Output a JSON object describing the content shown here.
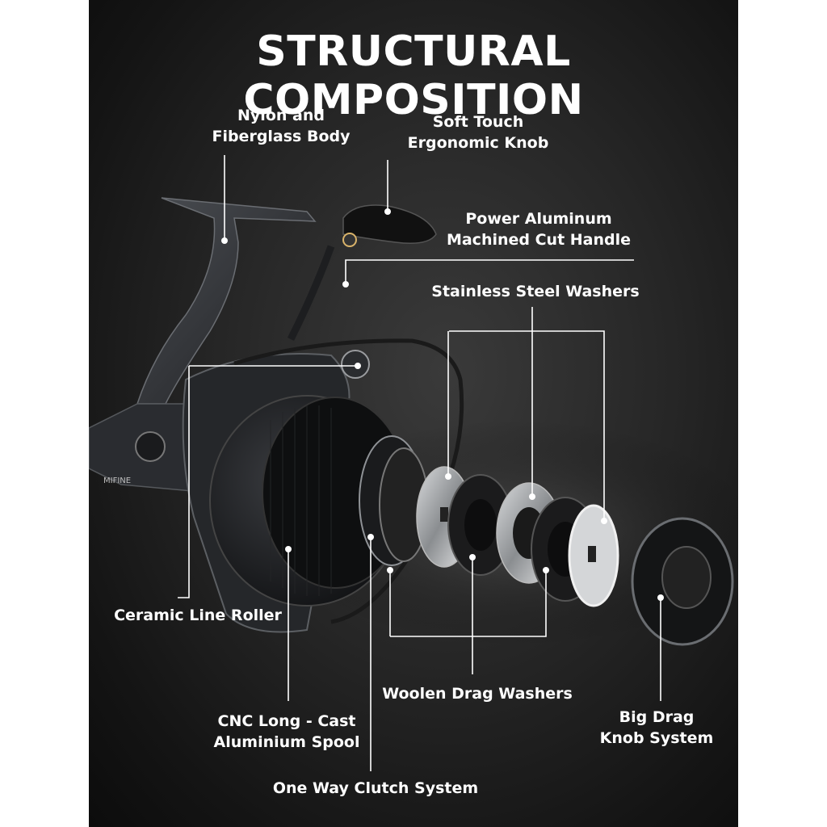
{
  "title": "STRUCTURAL COMPOSITION",
  "brand_mark": "MIFINE",
  "labels": {
    "nylon_body": [
      "Nylon and",
      "Fiberglass Body"
    ],
    "soft_knob": [
      "Soft Touch",
      "Ergonomic Knob"
    ],
    "handle": [
      "Power Aluminum",
      "Machined Cut Handle"
    ],
    "steel_washers": "Stainless Steel Washers",
    "line_roller": "Ceramic Line Roller",
    "spool": [
      "CNC Long - Cast",
      "Aluminium Spool"
    ],
    "woolen_washers": "Woolen Drag Washers",
    "drag_knob": [
      "Big Drag",
      "Knob System"
    ],
    "clutch": "One Way Clutch System"
  },
  "colors": {
    "background": "#1c1c1c",
    "text": "#ffffff",
    "callout_line": "#ffffff",
    "reel_body": "#2e3034"
  }
}
